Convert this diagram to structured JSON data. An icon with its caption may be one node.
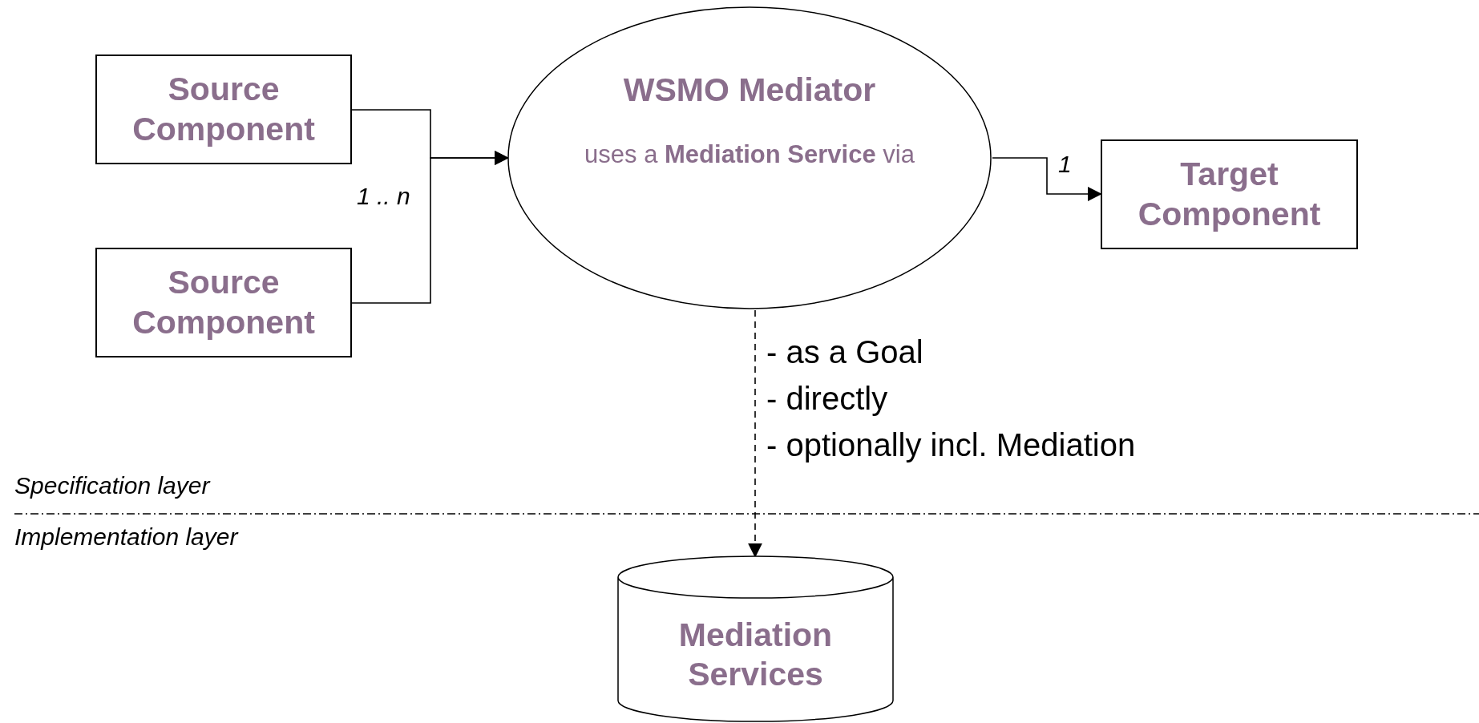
{
  "diagram": {
    "nodes": [
      {
        "text": [
          "WSMO Mediator",
          "uses a **Mediation Service** via"
        ]
      },
      {
        "text": [
          "Source Component"
        ]
      },
      {
        "text": [
          "Source Component"
        ]
      },
      {
        "text": [
          "Target Component"
        ]
      },
      {
        "text": [
          "Mediation Services"
        ]
      }
    ],
    "edges": [
      {
        "from": 1,
        "to": 0,
        "arrow": "to",
        "label": "1 .. n"
      },
      {
        "from": 2,
        "to": 0,
        "arrow": "to"
      },
      {
        "from": 0,
        "to": 3,
        "arrow": "to",
        "label": "1"
      },
      {
        "from": 0,
        "to": 4,
        "arrow": "to",
        "style": "dashed",
        "label": "- as a Goal - directly - optionally incl. Mediation"
      }
    ],
    "labels": [
      "Specification layer",
      "Implementation layer"
    ]
  }
}
